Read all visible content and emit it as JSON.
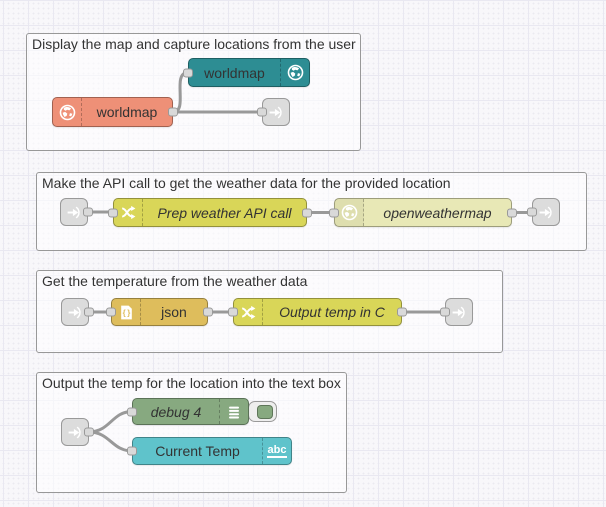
{
  "canvas": {
    "type": "node-red-flow-editor",
    "wire_color": "#999999",
    "grid_color": "#e9e8f1"
  },
  "groups": [
    {
      "title": "Display the map and capture locations from the user"
    },
    {
      "title": "Make the API call to get the weather data for the provided location"
    },
    {
      "title": "Get the temperature from the weather data"
    },
    {
      "title": "Output the temp for the location into the text box"
    }
  ],
  "nodes": {
    "worldmap_out": {
      "label": "worldmap",
      "color": "#2d8d93",
      "icon": "globe-icon"
    },
    "worldmap_in": {
      "label": "worldmap",
      "color": "#ee9077",
      "icon": "globe-icon"
    },
    "prep_weather": {
      "label": "Prep weather API call",
      "color": "#d9d658",
      "icon": "change-shuffle-icon"
    },
    "openweathermap": {
      "label": "openweathermap",
      "color": "#e8e8b6",
      "icon": "globe-icon"
    },
    "json": {
      "label": "json",
      "color": "#debd5c",
      "icon": "json-braces-icon"
    },
    "output_temp": {
      "label": "Output temp in C",
      "color": "#d9d658",
      "icon": "change-shuffle-icon"
    },
    "debug": {
      "label": "debug 4",
      "color": "#87a980",
      "icon": "debug-sidebar-icon"
    },
    "current_temp": {
      "label": "Current Temp",
      "color": "#5fc3cb",
      "icon_text": "abc"
    }
  }
}
